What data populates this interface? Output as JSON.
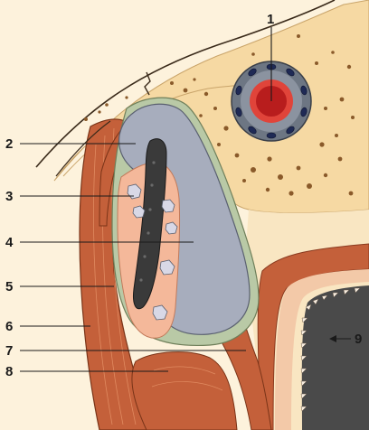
{
  "labels": [
    "1",
    "2",
    "3",
    "4",
    "5",
    "6",
    "7",
    "8",
    "9"
  ],
  "colors": {
    "background": "#fdf2dc",
    "bone": "#f6d9a3",
    "bone_pore": "#8a5a2a",
    "cartilage": "#a7adbd",
    "perichondrium": "#b9c9a6",
    "muscle": "#c4603a",
    "muscle_light": "#d98a5c",
    "marrow": "#3a3a3a",
    "vessel_ring": "#6d7683",
    "vessel_core": "#b81d1d"
  }
}
